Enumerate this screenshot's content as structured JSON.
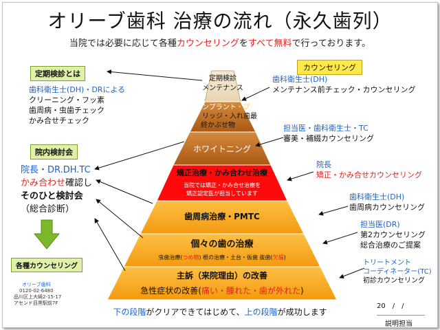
{
  "title": "オリーブ歯科 治療の流れ（永久歯列）",
  "subtitle": {
    "part1": "当院では必要に応じて各種",
    "part2": "カウンセリング",
    "part3": "を",
    "part4": "すべて無料",
    "part5": "で行っております。"
  },
  "left": {
    "teiki_tag": "定期検診とは",
    "teiki_lines": [
      "歯科衛生士(DH)・DRによる",
      "クリーニング・フッ素",
      "歯周病・虫歯チェック",
      "かみ合せチェック"
    ],
    "innai_tag": "院内検討会",
    "innai_line1": "院長・DR.DH.TC",
    "innai_line2a": "かみ合わせ",
    "innai_line2b": "確認し",
    "innai_line3": "そのひと検討会",
    "innai_line4": "（総合診断）",
    "kakushu_tag": "各種カウンセリング",
    "clinic": [
      "オリーブ歯科",
      "0120-02-6480",
      "品川区上大崎2-15-17",
      "アセンド目黒駅前7F"
    ]
  },
  "pyramid": {
    "tier1": [
      "定期検診",
      "メンテナンス"
    ],
    "tier2": [
      "インプラント",
      "・ブ",
      "リッジ・入れ歯",
      "最",
      "終かぶせ物"
    ],
    "tier3": "ホワイトニング",
    "tier4": {
      "title": "矯正治療・かみ合わせ治療",
      "sub1": "当院では矯正・かみ合せ治療を",
      "sub2": "矯正認定医が担当しています"
    },
    "tier5": "歯周病治療・PMTC",
    "tier6": {
      "title": "個々の歯の治療",
      "sub_a": "虫歯治療(",
      "sub_b": "つめ物",
      "sub_c": ") 根の治療・土台・仮歯  抜歯(",
      "sub_d": "欠損",
      "sub_e": ")"
    },
    "tier7": {
      "title": "主訴（来院理由）の改善",
      "sub_a": "急性症状の改善(",
      "sub_b": "痛い・腫れた・歯が外れた",
      "sub_c": ")"
    }
  },
  "right": {
    "counseling_tag": "カウンセリング",
    "r1_title": "歯科衛生士(DH)",
    "r1_body": "メンテナンス前チェック・カウンセリング",
    "r2_title": "担当医・歯科衛生士・TC",
    "r2_body": "審美・補綴カウンセリング",
    "r3_title": "院長",
    "r3_body": "矯正・かみ合せカウンセリング",
    "r4_title": "歯科衛生士(DH)",
    "r4_body": "歯周病カウンセリング",
    "r5_title": "担当医(DR)",
    "r5_body1": "第2カウンセリング",
    "r5_body2": "総合治療のご提案",
    "r6_title1": "トリートメント",
    "r6_title2": "コーディネーター(TC)",
    "r6_body": "初診カウンセリング"
  },
  "footer": {
    "part1": "下の段階",
    "part2": "がクリアできてはじめて、",
    "part3": "上の段階",
    "part4": "が成功します",
    "date": "20　/　/",
    "staff": "説明担当"
  },
  "colors": {
    "brown": "#b8651c",
    "orange": "#f2a31b",
    "red": "#ff0a0a",
    "accent_red": "#e8201a",
    "accent_blue": "#1a63c8"
  }
}
